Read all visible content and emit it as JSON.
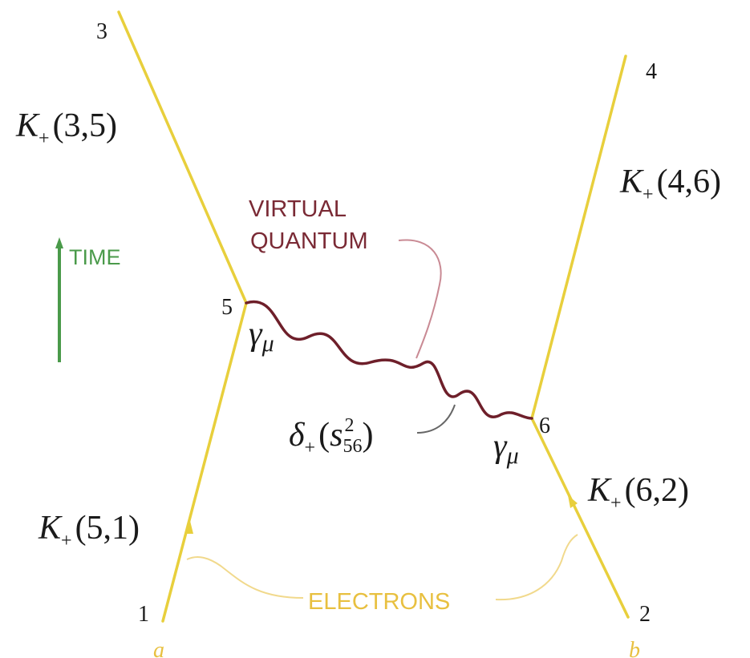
{
  "colors": {
    "electron": "#e8cf3c",
    "photon": "#6e1f2a",
    "time": "#4a9a4a",
    "electrons_label": "#e8c040",
    "virtual_label": "#7a2a35",
    "pointer_pink": "#c98a94",
    "text": "#1a1a1a"
  },
  "vertices": {
    "v1": "1",
    "v2": "2",
    "v3": "3",
    "v4": "4",
    "v5": "5",
    "v6": "6"
  },
  "endpoints": {
    "a": "a",
    "b": "b"
  },
  "propagators": {
    "k35": {
      "symbol": "K",
      "sub": "+",
      "args": "(3,5)"
    },
    "k46": {
      "symbol": "K",
      "sub": "+",
      "args": "(4,6)"
    },
    "k51": {
      "symbol": "K",
      "sub": "+",
      "args": "(5,1)"
    },
    "k62": {
      "symbol": "K",
      "sub": "+",
      "args": "(6,2)"
    }
  },
  "gamma": {
    "symbol": "γ",
    "sub": "μ"
  },
  "delta": {
    "symbol": "δ",
    "sub": "+",
    "open": "(",
    "var": "s",
    "sup": "2",
    "idx": "56",
    "close": ")"
  },
  "labels": {
    "virtual_line1": "VIRTUAL",
    "virtual_line2": "QUANTUM",
    "time": "TIME",
    "electrons": "ELECTRONS"
  },
  "icons": {
    "time_arrow": "up-arrow-icon",
    "electron_arrow": "up-arrow-icon"
  }
}
